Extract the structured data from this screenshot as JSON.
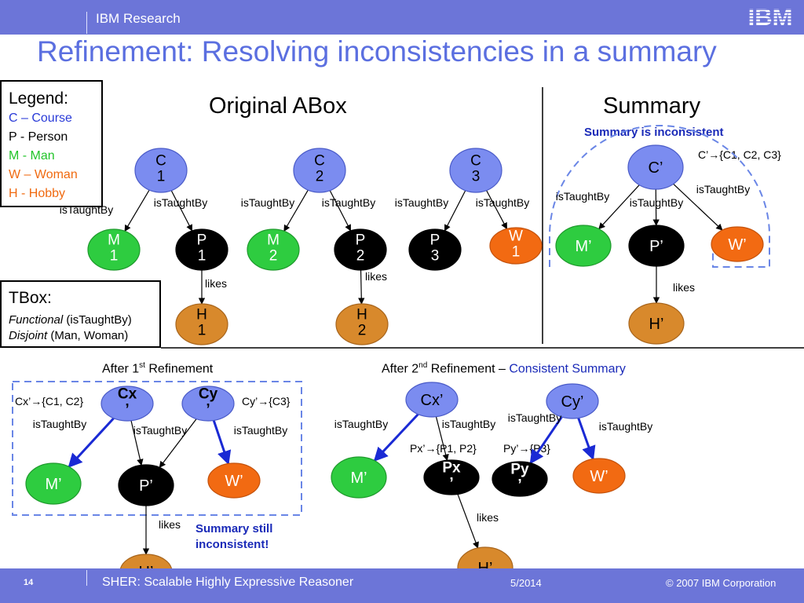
{
  "header": {
    "org": "IBM Research",
    "logo": "IBM",
    "title": "Refinement: Resolving inconsistencies in a summary"
  },
  "legend": {
    "heading": "Legend:",
    "items": [
      {
        "text": "C – Course",
        "color": "#2a3bd8"
      },
      {
        "text": "P - Person",
        "color": "#000000"
      },
      {
        "text": "M - Man",
        "color": "#22c42a"
      },
      {
        "text": "W – Woman",
        "color": "#f06a10"
      },
      {
        "text": "H - Hobby",
        "color": "#f06a10"
      }
    ]
  },
  "tbox": {
    "heading": "TBox:",
    "line1_em": "Functional",
    "line1_rest": " (isTaughtBy)",
    "line2_em": "Disjoint",
    "line2_rest": " (Man, Woman)"
  },
  "abox": {
    "title": "Original ABox",
    "nodes": [
      {
        "id": "c1",
        "label": "C 1",
        "kind": "course"
      },
      {
        "id": "c2",
        "label": "C 2",
        "kind": "course"
      },
      {
        "id": "c3",
        "label": "C 3",
        "kind": "course"
      },
      {
        "id": "m1",
        "label": "M 1",
        "kind": "man"
      },
      {
        "id": "p1",
        "label": "P 1",
        "kind": "person"
      },
      {
        "id": "m2",
        "label": "M 2",
        "kind": "man"
      },
      {
        "id": "p2",
        "label": "P 2",
        "kind": "person"
      },
      {
        "id": "p3",
        "label": "P 3",
        "kind": "person"
      },
      {
        "id": "w1",
        "label": "W 1",
        "kind": "woman"
      },
      {
        "id": "h1",
        "label": "H 1",
        "kind": "hobby"
      },
      {
        "id": "h2",
        "label": "H 2",
        "kind": "hobby"
      }
    ],
    "edges": [
      {
        "from": "c1",
        "to": "m1",
        "label": "isTaughtBy"
      },
      {
        "from": "c1",
        "to": "p1",
        "label": "isTaughtBy"
      },
      {
        "from": "c2",
        "to": "m2",
        "label": "isTaughtBy"
      },
      {
        "from": "c2",
        "to": "p2",
        "label": "isTaughtBy"
      },
      {
        "from": "c3",
        "to": "p3",
        "label": "isTaughtBy"
      },
      {
        "from": "c3",
        "to": "w1",
        "label": "isTaughtBy"
      },
      {
        "from": "p1",
        "to": "h1",
        "label": "likes"
      },
      {
        "from": "p2",
        "to": "h2",
        "label": "likes"
      }
    ]
  },
  "summary": {
    "title": "Summary",
    "status": "Summary is inconsistent",
    "mapping": "C’→{C1, C2, C3}",
    "nodes": [
      {
        "id": "c",
        "label": "C’",
        "kind": "course"
      },
      {
        "id": "m",
        "label": "M’",
        "kind": "man"
      },
      {
        "id": "p",
        "label": "P’",
        "kind": "person"
      },
      {
        "id": "w",
        "label": "W’",
        "kind": "woman"
      },
      {
        "id": "h",
        "label": "H’",
        "kind": "hobby"
      }
    ],
    "edges": [
      {
        "from": "c",
        "to": "m",
        "label": "isTaughtBy"
      },
      {
        "from": "c",
        "to": "p",
        "label": "isTaughtBy"
      },
      {
        "from": "c",
        "to": "w",
        "label": "isTaughtBy"
      },
      {
        "from": "p",
        "to": "h",
        "label": "likes"
      }
    ]
  },
  "refinement1": {
    "title_pre": "After 1",
    "title_sup": "st",
    "title_post": " Refinement",
    "map_x": "Cx’→{C1, C2}",
    "map_y": "Cy’→{C3}",
    "status": "Summary still inconsistent!",
    "nodes": [
      {
        "id": "cx",
        "label": "Cx ’",
        "kind": "course"
      },
      {
        "id": "cy",
        "label": "Cy ’",
        "kind": "course"
      },
      {
        "id": "m",
        "label": "M’",
        "kind": "man"
      },
      {
        "id": "p",
        "label": "P’",
        "kind": "person"
      },
      {
        "id": "w",
        "label": "W’",
        "kind": "woman"
      },
      {
        "id": "h",
        "label": "H’",
        "kind": "hobby"
      }
    ],
    "edges": [
      {
        "from": "cx",
        "to": "m",
        "label": "isTaughtBy",
        "highlight": true
      },
      {
        "from": "cx",
        "to": "p",
        "label": "isTaughtBy",
        "highlight": false
      },
      {
        "from": "cy",
        "to": "p",
        "label": "",
        "highlight": false
      },
      {
        "from": "cy",
        "to": "w",
        "label": "isTaughtBy",
        "highlight": true
      },
      {
        "from": "p",
        "to": "h",
        "label": "likes",
        "highlight": false
      }
    ]
  },
  "refinement2": {
    "title_pre": "After 2",
    "title_sup": "nd",
    "title_post": " Refinement – ",
    "title_accent": "Consistent Summary",
    "map_px": "Px’→{P1, P2}",
    "map_py": "Py’→{P3}",
    "nodes": [
      {
        "id": "cx",
        "label": "Cx’",
        "kind": "course"
      },
      {
        "id": "cy",
        "label": "Cy’",
        "kind": "course"
      },
      {
        "id": "m",
        "label": "M’",
        "kind": "man"
      },
      {
        "id": "px",
        "label": "Px ’",
        "kind": "person"
      },
      {
        "id": "py",
        "label": "Py ’",
        "kind": "person"
      },
      {
        "id": "w",
        "label": "W’",
        "kind": "woman"
      },
      {
        "id": "h",
        "label": "H’",
        "kind": "hobby"
      }
    ],
    "edges": [
      {
        "from": "cx",
        "to": "m",
        "label": "isTaughtBy",
        "highlight": true
      },
      {
        "from": "cx",
        "to": "px",
        "label": "isTaughtBy",
        "highlight": false
      },
      {
        "from": "cy",
        "to": "py",
        "label": "isTaughtBy",
        "highlight": true
      },
      {
        "from": "cy",
        "to": "w",
        "label": "isTaughtBy",
        "highlight": true
      },
      {
        "from": "px",
        "to": "h",
        "label": "likes",
        "highlight": false
      }
    ]
  },
  "footer": {
    "page": "14",
    "title": "SHER: Scalable Highly Expressive Reasoner",
    "date": "5/2014",
    "copyright": "© 2007 IBM Corporation"
  },
  "colors": {
    "header_bar": "#6c75d8",
    "title": "#5b6fe0",
    "course": "#7b8cf0",
    "man": "#2ecc40",
    "woman": "#f26a12",
    "hobby": "#d8892c",
    "person": "#000000",
    "highlight_edge": "#1a2ad4",
    "status_text": "#1a2ab8"
  }
}
